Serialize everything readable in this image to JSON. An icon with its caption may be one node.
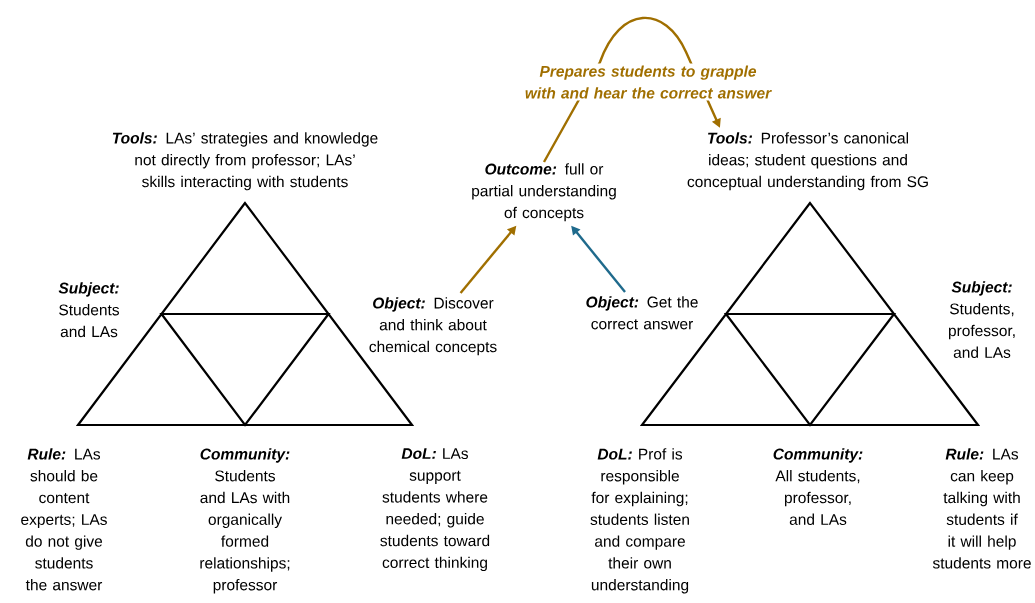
{
  "diagram": {
    "nodes": [
      {
        "text": [
          "Tools:",
          "LAs’ strategies and knowledge not directly from professor; LAs’ skills interacting with students"
        ]
      },
      {
        "text": [
          "Subject:",
          "Students and LAs"
        ]
      },
      {
        "text": [
          "Object:",
          "Discover and think about chemical concepts"
        ]
      },
      {
        "text": [
          "Outcome:",
          "full or partial understanding of concepts"
        ]
      },
      {
        "text": [
          "Rule:",
          "LAs should be content experts; LAs do not give students the answer"
        ]
      },
      {
        "text": [
          "Community:",
          "Students and LAs with organically formed relationships; professor"
        ]
      },
      {
        "text": [
          "DoL:",
          "LAs support students where needed; guide students toward correct thinking"
        ]
      },
      {
        "text": [
          "Tools:",
          "Professor’s canonical ideas; student questions and conceptual understanding from SG"
        ]
      },
      {
        "text": [
          "Subject:",
          "Students, professor, and LAs"
        ]
      },
      {
        "text": [
          "Object:",
          "Get the correct answer"
        ]
      },
      {
        "text": [
          "DoL:",
          "Prof is responsible for explaining; students listen and compare their own understanding"
        ]
      },
      {
        "text": [
          "Community:",
          "All students, professor, and LAs"
        ]
      },
      {
        "text": [
          "Rule:",
          "LAs can keep talking with students if it will help students more"
        ]
      }
    ],
    "edges": [
      {
        "from": 2,
        "to": 3,
        "arrow": "to",
        "color": "#a06f00"
      },
      {
        "from": 9,
        "to": 3,
        "arrow": "to",
        "color": "#1f6a8c"
      },
      {
        "from": 3,
        "to": 7,
        "arrow": "to",
        "color": "#a06f00",
        "label": "Prepares students to grapple with and hear the correct answer"
      }
    ]
  }
}
